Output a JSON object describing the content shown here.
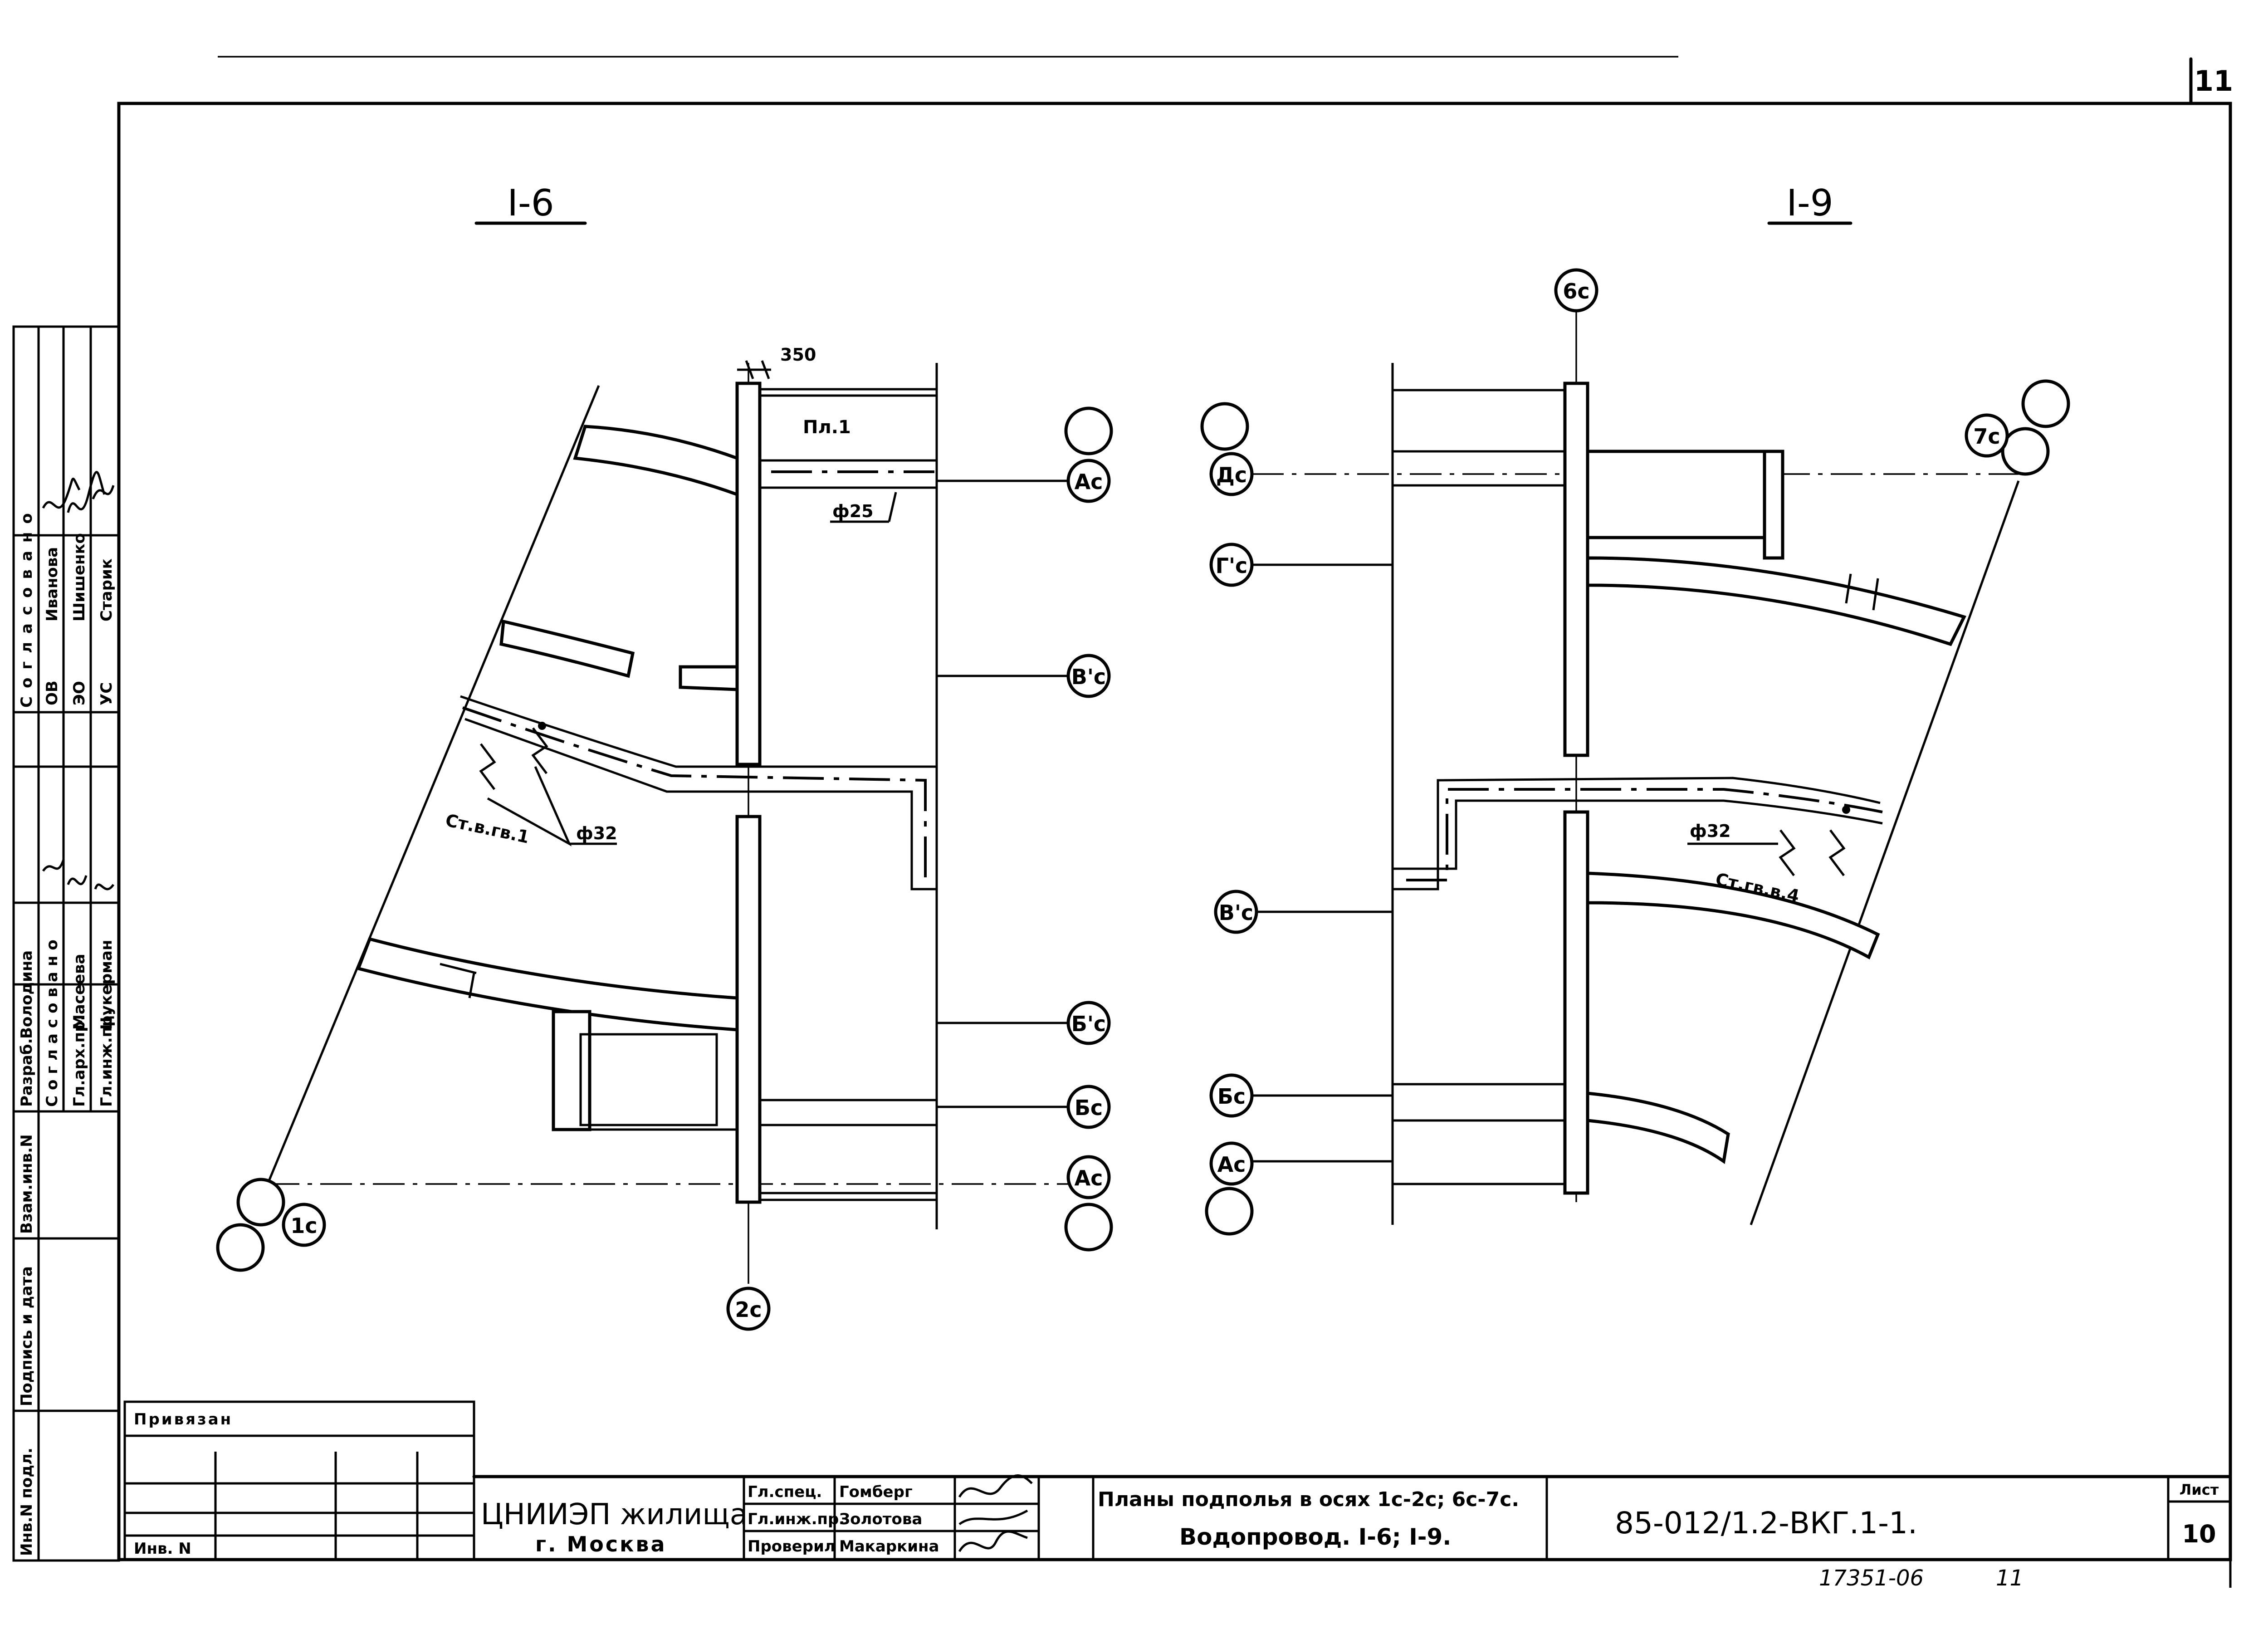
{
  "sheet": {
    "sheet_number": "11",
    "sheet_no_label": "Лист",
    "sheet_no": "10",
    "doc_code": "85-012/1.2-ВКГ.1-1.",
    "archive_no": "17351-06",
    "archive_sheet": "11",
    "org_line1": "ЦНИИЭП жилища",
    "org_line2": "г. Москва",
    "title_line1": "Планы подполья в осях 1с-2с; 6с-7с.",
    "title_line2": "Водопровод. I-6; I-9."
  },
  "title_block": {
    "roles": [
      "Гл.спец.",
      "Гл.инж.пр.",
      "Проверил"
    ],
    "names": [
      "Гомберг",
      "Золотова",
      "Макаркина"
    ],
    "privyazan": "Привязан",
    "inv_no": "Инв. N"
  },
  "side_stamp": {
    "soglasovano_top": "Согласовано",
    "top_rows": [
      {
        "code": "ОВ",
        "name": "Иванова"
      },
      {
        "code": "ЭО",
        "name": "Шишенко"
      },
      {
        "code": "УС",
        "name": "Старик"
      }
    ],
    "razrab_role": "Разраб.",
    "razrab_name": "Володина",
    "soglasovano_mid": "Согласовано",
    "mid_rows": [
      {
        "role": "Гл.арх.пр.",
        "name": "Масеева"
      },
      {
        "role": "Гл.инж.пр.",
        "name": "Цукерман"
      }
    ],
    "vzam_inv": "Взам.инв.N",
    "podpis_data": "Подпись и дата",
    "inv_podl": "Инв.N подл."
  },
  "plans": {
    "left": {
      "title": "I-6",
      "axes": [
        "Ас",
        "Бс",
        "Б'с",
        "В'с",
        "Ас",
        "1с",
        "2с"
      ],
      "dim": "350",
      "room": "Пл.1",
      "pipe_d1": "ф25",
      "pipe_d2": "ф32",
      "riser": "Ст.в.гв.1"
    },
    "right": {
      "title": "I-9",
      "axes": [
        "6с",
        "Дс",
        "Г'с",
        "В'с",
        "Бс",
        "Ас",
        "7с"
      ],
      "pipe_d": "ф32",
      "riser": "Ст.гв.в.4"
    }
  }
}
